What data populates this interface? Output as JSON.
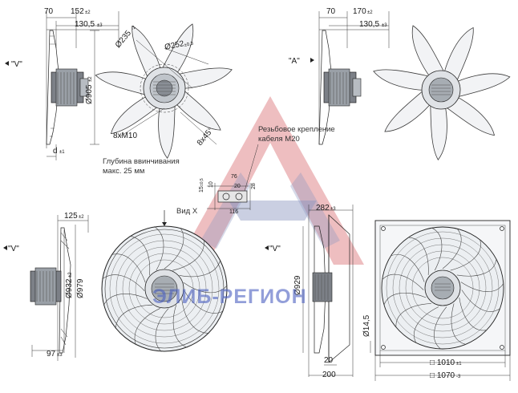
{
  "labels": {
    "dim_70_a": "70",
    "dim_152": "152",
    "dim_152_tol": "±2",
    "dim_130_a": "130,5",
    "dim_130_a_tol": "±3",
    "dim_70_b": "70",
    "dim_170": "170",
    "dim_170_tol": "±2",
    "dim_130_b": "130,5",
    "dim_130_b_tol": "±3",
    "view_v_1": "\"V\"",
    "view_a": "\"A\"",
    "view_v_2": "\"V\"",
    "view_v_3": "\"V\"",
    "d235": "Ø235",
    "d235_tol": "-2",
    "d252": "Ø252",
    "d252_tol": "±0,3",
    "d905": "Ø905",
    "d905_tol": "±2",
    "m10": "8xM10",
    "angle": "8x45°",
    "d_label": "d",
    "d_tol": "±1",
    "depth_line1": "Глубина ввинчивания",
    "depth_line2": "макс. 25 мм",
    "cable_line1": "Резьбовое крепление",
    "cable_line2": "кабеля М20",
    "view_x": "Вид X",
    "dim_15": "15",
    "dim_15_tol": "±0,5",
    "dim_10": "10",
    "dim_76": "76",
    "dim_20": "20",
    "dim_28": "28",
    "dim_116": "116",
    "dim_125": "125",
    "dim_125_tol": "±2",
    "d932": "Ø932",
    "d932_tol": "±2",
    "d979": "Ø979",
    "dim_97": "97",
    "dim_97_tol": "±3",
    "dim_282": "282",
    "dim_282_tol": "±3",
    "d929": "Ø929",
    "dim_20_b": "20",
    "dim_200": "200",
    "d14_5": "Ø14,5",
    "dim_1010": "□ 1010",
    "dim_1010_tol": "±1",
    "dim_1070": "□ 1070",
    "dim_1070_tol": "-3",
    "watermark": "ЭЛИБ-РЕГИОН"
  },
  "colors": {
    "logo_red": "#c8282d",
    "logo_blue": "#2b3f8c",
    "watermark_blue": "#4a5fc0"
  }
}
